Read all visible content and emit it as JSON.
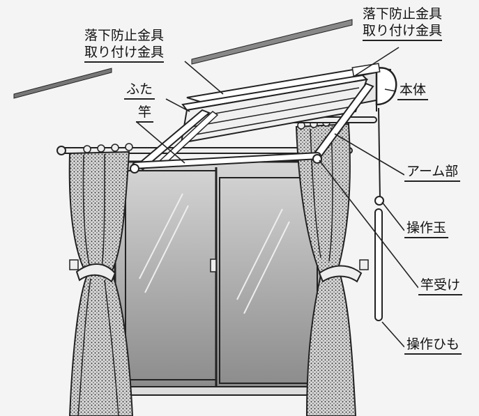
{
  "labels": {
    "top_bracket_left_line1": "落下防止金具",
    "top_bracket_left_line2": "取り付け金具",
    "top_bracket_right_line1": "落下防止金具",
    "top_bracket_right_line2": "取り付け金具",
    "lid": "ふた",
    "pole": "竿",
    "body": "本体",
    "arm": "アーム部",
    "operation_ball": "操作玉",
    "pole_receiver": "竿受け",
    "operation_cord": "操作ひも"
  }
}
